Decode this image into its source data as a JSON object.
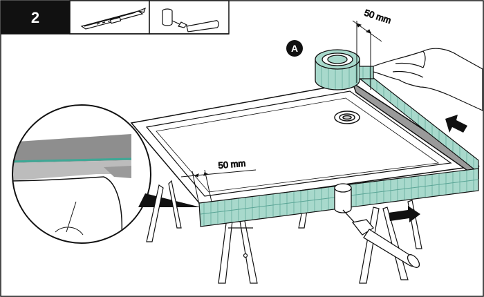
{
  "step": {
    "number": "2"
  },
  "tools": [
    "utility-knife-icon",
    "tape-roller-icon"
  ],
  "callout": {
    "label": "A"
  },
  "dimensions": {
    "top_gap": "50 mm",
    "front_gap": "50 mm"
  },
  "colors": {
    "tape": "#a8d9cc",
    "tape_dark": "#5aa596",
    "tray_shadow": "#8a8a8a",
    "line": "#111111"
  }
}
